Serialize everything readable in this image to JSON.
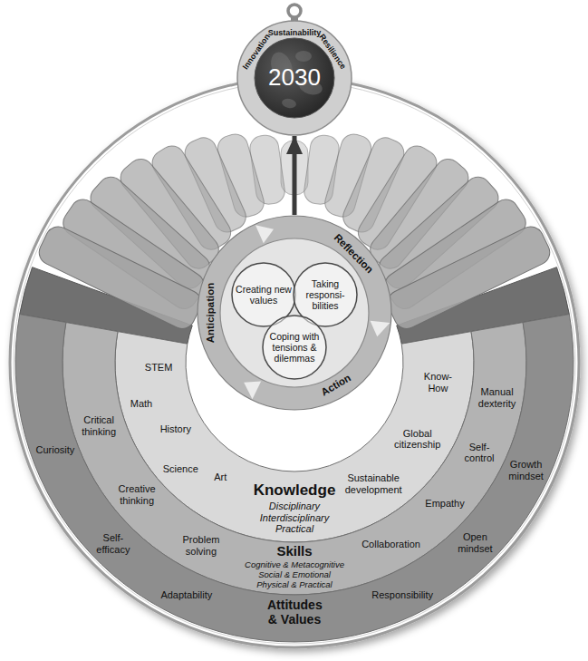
{
  "diagram": {
    "nodes": [
      {
        "text": [
          "Innovation",
          "Sustainability",
          "Resilience",
          "2030"
        ]
      },
      {
        "text": [
          "Reflection",
          "Anticipation",
          "Action"
        ]
      },
      {
        "text": [
          "Creating new values"
        ],
        "in": 1
      },
      {
        "text": [
          "Taking responsi-bilities"
        ],
        "in": 1
      },
      {
        "text": [
          "Coping with tensions & dilemmas"
        ],
        "in": 1
      },
      {
        "text": [
          "Knowledge",
          "Disciplinary Interdisciplinary Practical",
          "STEM",
          "Math",
          "History",
          "Science",
          "Art",
          "Know-How",
          "Global citizenship",
          "Sustainable development"
        ]
      },
      {
        "text": [
          "Skills",
          "Cognitive & Metacognitive Social & Emotional Physical & Practical",
          "Critical thinking",
          "Creative thinking",
          "Problem solving",
          "Manual dexterity",
          "Self-control",
          "Empathy",
          "Collaboration"
        ]
      },
      {
        "text": [
          "Attitudes & Values",
          "Curiosity",
          "Self-efficacy",
          "Adaptability",
          "Growth mindset",
          "Open mindset",
          "Responsibility"
        ]
      }
    ],
    "edges": [
      {
        "from": 1,
        "to": 0,
        "arrow": "to"
      }
    ]
  }
}
